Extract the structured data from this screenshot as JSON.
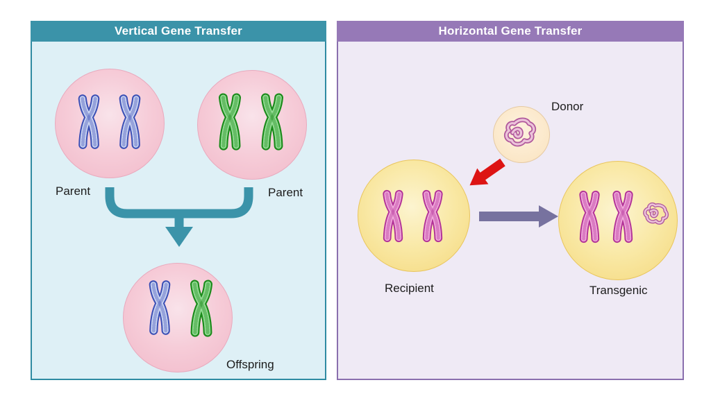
{
  "vertical_panel": {
    "title": "Vertical Gene Transfer",
    "parent1_label": "Parent",
    "parent2_label": "Parent",
    "offspring_label": "Offspring"
  },
  "horizontal_panel": {
    "title": "Horizontal Gene Transfer",
    "donor_label": "Donor",
    "recipient_label": "Recipient",
    "transgenic_label": "Transgenic"
  },
  "colors": {
    "vertical_header": "#3b93a9",
    "vertical_body": "#def0f6",
    "horizontal_header": "#9679b7",
    "horizontal_body": "#efeaf5",
    "parent_cell_pink": "#f4c3d1",
    "recipient_cell_yellow": "#f8e49a",
    "donor_cell_peach": "#fbe7c8",
    "chromosome_blue": "#3c50b5",
    "chromosome_green": "#1a8a1a",
    "chromosome_magenta": "#b23398",
    "plasmid_pink": "#b0589c",
    "fusion_bracket_teal": "#3b93a9",
    "donor_arrow_red": "#dd1414",
    "transfer_arrow_gray": "#77729f"
  }
}
